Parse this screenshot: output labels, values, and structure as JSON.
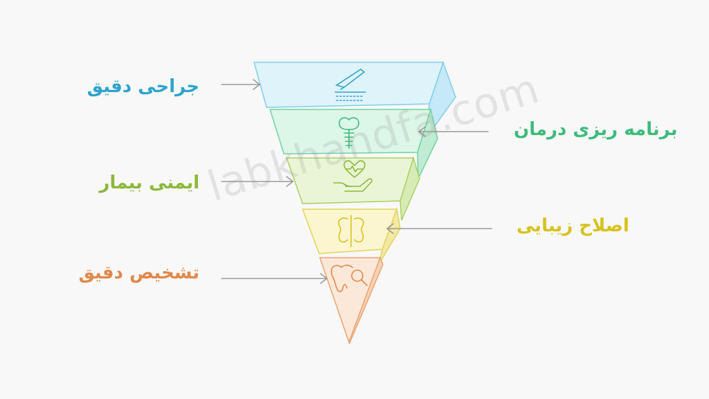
{
  "diagram": {
    "levels": [
      {
        "label": "جراحی دقیق",
        "color": "#2fa3cc",
        "fill": "#dff3fb",
        "side_fill": "#c5e9f6",
        "stroke": "#7fcfe8",
        "icon": "scalpel-icon"
      },
      {
        "label": "برنامه ریزی درمان",
        "color": "#3dbb7c",
        "fill": "#dcf6e8",
        "side_fill": "#bfecd3",
        "stroke": "#6fd39f",
        "icon": "dental-implant-icon"
      },
      {
        "label": "ایمنی بیمار",
        "color": "#8cb83a",
        "fill": "#eaf5d6",
        "side_fill": "#d7ebb4",
        "stroke": "#a9cf63",
        "icon": "heart-hand-icon"
      },
      {
        "label": "اصلاح زیبایی",
        "color": "#d6c21e",
        "fill": "#fbf6cf",
        "side_fill": "#f3e9a3",
        "stroke": "#e2d45a",
        "icon": "tooth-split-icon"
      },
      {
        "label": "تشخیص دقیق",
        "color": "#e0894a",
        "fill": "#fce8d8",
        "side_fill": "#f6d2b4",
        "stroke": "#e9a36f",
        "icon": "tooth-search-icon"
      }
    ],
    "arrow_color": "#999999"
  },
  "watermark": "labkhandfa.com"
}
